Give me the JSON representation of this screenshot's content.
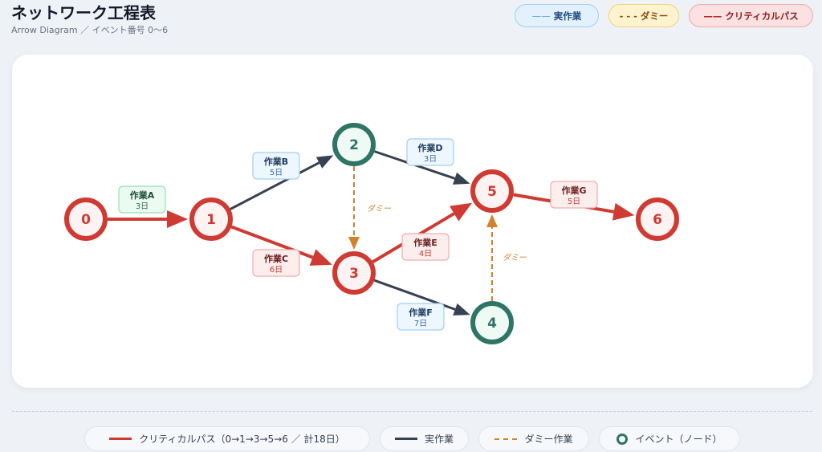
{
  "header": {
    "title": "ネットワーク工程表",
    "subtitle": "Arrow Diagram ／ イベント番号 0〜6"
  },
  "top_legend": [
    {
      "mark": "——",
      "label": "実作業"
    },
    {
      "mark": "- - -",
      "label": "ダミー"
    },
    {
      "mark": "——",
      "label": "クリティカルパス"
    }
  ],
  "colors": {
    "critical": "#cf3a32",
    "real": "#364152",
    "dummy": "#d4822a",
    "event_green": "#2e7566"
  },
  "nodes": [
    {
      "id": "0",
      "type": "critical"
    },
    {
      "id": "1",
      "type": "critical"
    },
    {
      "id": "2",
      "type": "normal"
    },
    {
      "id": "3",
      "type": "critical"
    },
    {
      "id": "4",
      "type": "normal"
    },
    {
      "id": "5",
      "type": "critical"
    },
    {
      "id": "6",
      "type": "critical"
    }
  ],
  "edges": [
    {
      "from": "0",
      "to": "1",
      "kind": "critical",
      "label": "作業A",
      "days": "3日",
      "style": "green"
    },
    {
      "from": "1",
      "to": "2",
      "kind": "real",
      "label": "作業B",
      "days": "5日"
    },
    {
      "from": "1",
      "to": "3",
      "kind": "critical",
      "label": "作業C",
      "days": "6日"
    },
    {
      "from": "2",
      "to": "5",
      "kind": "real",
      "label": "作業D",
      "days": "3日"
    },
    {
      "from": "3",
      "to": "5",
      "kind": "critical",
      "label": "作業E",
      "days": "4日"
    },
    {
      "from": "3",
      "to": "4",
      "kind": "real",
      "label": "作業F",
      "days": "7日"
    },
    {
      "from": "5",
      "to": "6",
      "kind": "critical",
      "label": "作業G",
      "days": "5日"
    },
    {
      "from": "2",
      "to": "3",
      "kind": "dummy",
      "label": "ダミー"
    },
    {
      "from": "4",
      "to": "5",
      "kind": "dummy",
      "label": "ダミー"
    }
  ],
  "bottom_legend": [
    "クリティカルパス（0→1→3→5→6 ／ 計18日）",
    "実作業",
    "ダミー作業",
    "イベント（ノード）"
  ]
}
